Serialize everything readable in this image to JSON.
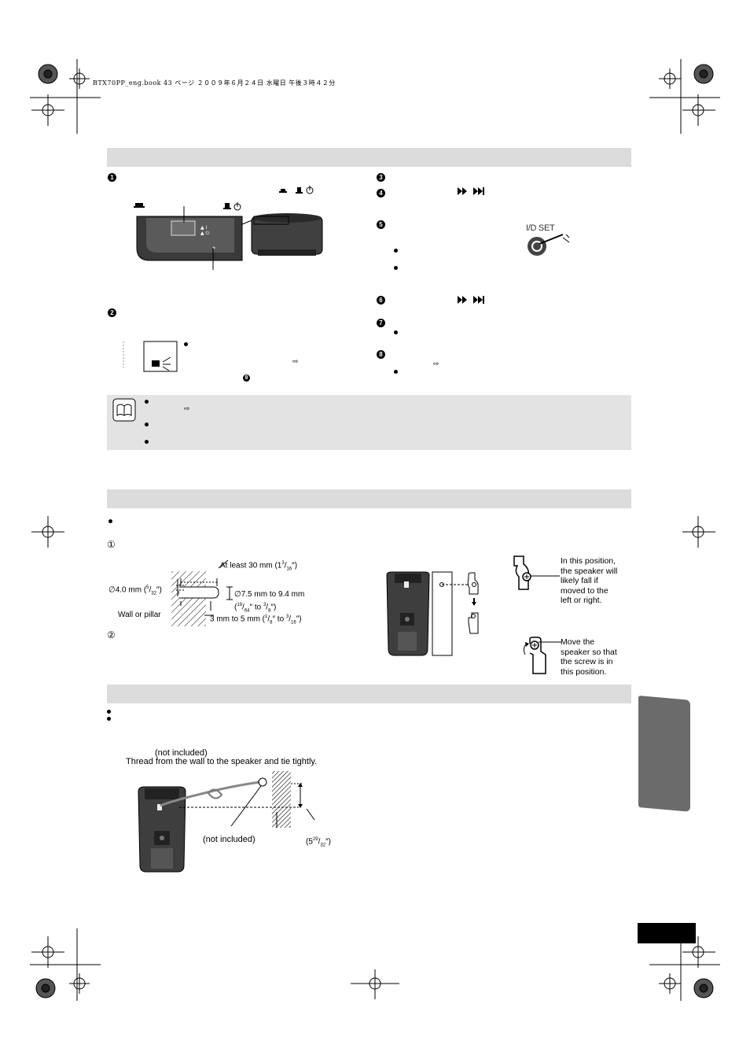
{
  "header": {
    "file_line": "BTX70PP_eng.book  43 ページ  ２００９年６月２４日  水曜日  午後３時４２分"
  },
  "steps_right": {
    "step4_icon": "fast-forward-skip-icon",
    "step6_icon": "fast-forward-skip-icon",
    "id_set_label": "I/D SET"
  },
  "circled_marks": {
    "m1": "①",
    "m2": "②"
  },
  "hole_diagram": {
    "at_least": "At least 30 mm (1",
    "at_least_frac_num": "3",
    "at_least_frac_den": "16",
    "at_least_close": "″)",
    "dia_40": "∅4.0 mm (",
    "dia_40_num": "5",
    "dia_40_den": "32",
    "dia_40_close": "″)",
    "dia_75": "∅7.5 mm to 9.4 mm",
    "dia_75_sub_open": "(",
    "dia_75_num1": "19",
    "dia_75_den1": "64",
    "dia_75_to": "″ to ",
    "dia_75_num2": "3",
    "dia_75_den2": "8",
    "dia_75_close": "″)",
    "wall_label": "Wall or pillar",
    "depth": "3 mm to 5 mm (",
    "depth_num1": "1",
    "depth_den1": "8",
    "depth_to": "″ to ",
    "depth_num2": "3",
    "depth_den2": "16",
    "depth_close": "″)"
  },
  "screw_notes": {
    "fall_note": [
      "In this position,",
      "the speaker will",
      "likely fall if",
      "moved to the",
      "left or right."
    ],
    "move_note": [
      "Move the",
      "speaker so that",
      "the screw is in",
      "this position."
    ]
  },
  "string_diagram": {
    "not_included_top": "(not included)",
    "thread_instruction": "Thread from the wall to the speaker and tie tightly.",
    "not_included_bottom": "(not included)",
    "dim_open": "(5",
    "dim_num": "29",
    "dim_den": "32",
    "dim_close": "″)"
  }
}
